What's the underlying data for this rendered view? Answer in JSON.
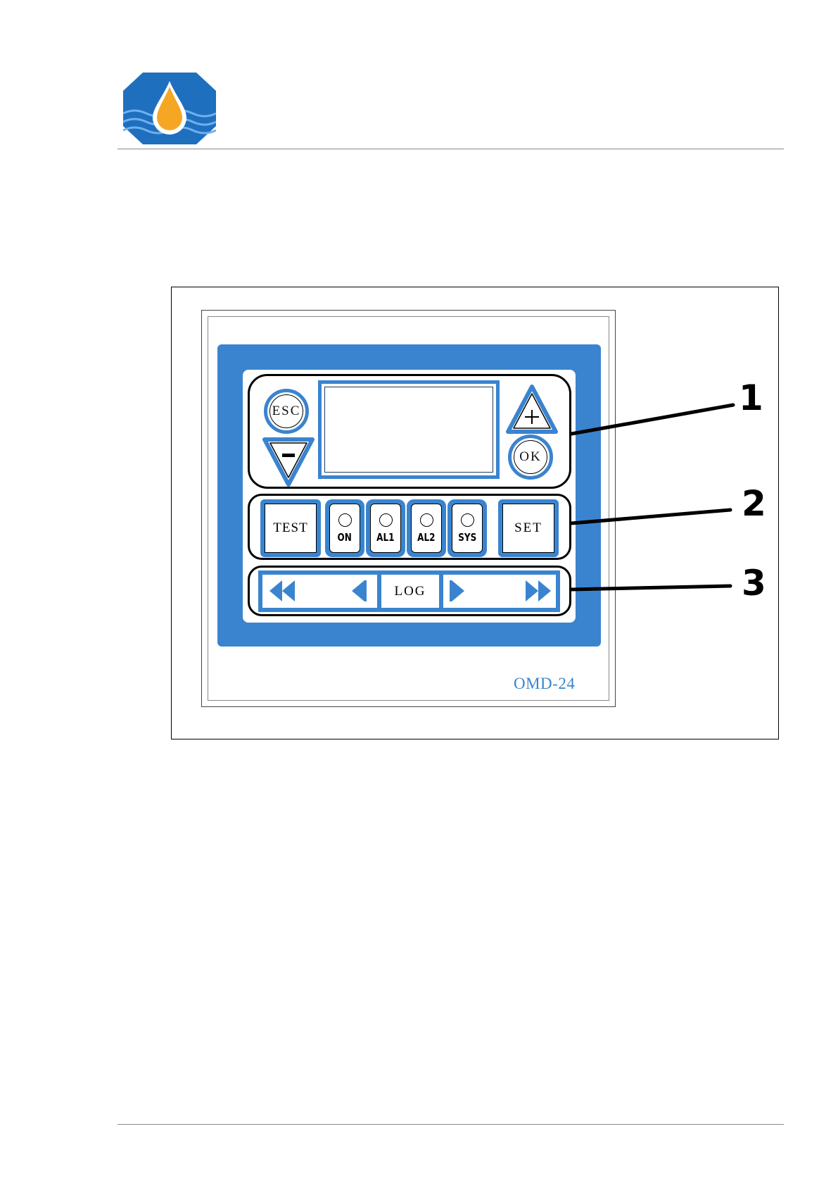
{
  "brand": {
    "colors": {
      "primary": "#3a84cf",
      "drop": "#f5a623",
      "logo": "#1f6fbf"
    }
  },
  "device": {
    "model": "OMD-24",
    "buttons": {
      "esc": "ESC",
      "ok": "OK",
      "plus": "+",
      "minus": "−",
      "test": "TEST",
      "set": "SET",
      "log": "LOG"
    },
    "indicators": [
      "ON",
      "AL1",
      "AL2",
      "SYS"
    ],
    "navigation_icons": [
      "fast-rewind-icon",
      "step-back-icon",
      "step-forward-icon",
      "fast-forward-icon"
    ]
  },
  "callouts": [
    "1",
    "2",
    "3"
  ]
}
